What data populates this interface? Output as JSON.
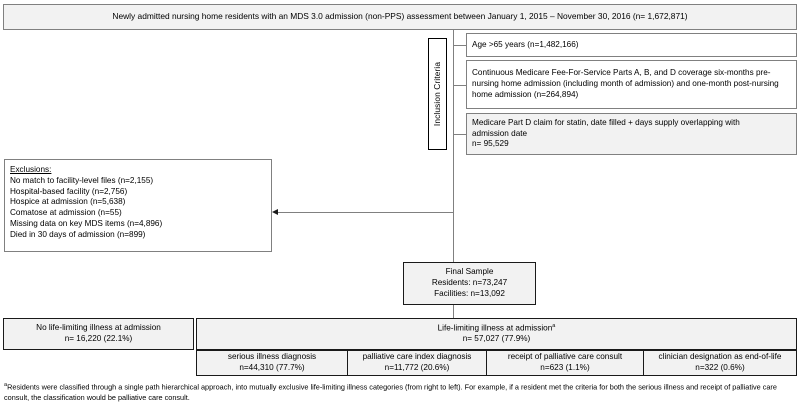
{
  "diagram": {
    "title_box": {
      "text": "Newly admitted nursing home residents with an MDS 3.0 admission (non-PPS) assessment between January 1, 2015 – November 30, 2016 (n= 1,672,871)"
    },
    "inclusion_criteria_label": "Inclusion Criteria",
    "inclusion_steps": [
      {
        "text": "Age >65 years (n=1,482,166)"
      },
      {
        "text": "Continuous Medicare Fee-For-Service Parts A, B, and D coverage six-months pre-nursing home admission (including month of admission) and one-month post-nursing home admission (n=264,894)"
      },
      {
        "line1": "Medicare Part D claim for statin, date filled + days supply overlapping with",
        "line2": "admission date",
        "line3": "n= 95,529"
      }
    ],
    "exclusions": {
      "heading": "Exclusions:",
      "items": [
        "No match to facility-level files (n=2,155)",
        "Hospital-based facility (n=2,756)",
        "Hospice at admission (n=5,638)",
        "Comatose at admission (n=55)",
        "Missing data on key MDS items (n=4,896)",
        "Died in 30 days of admission (n=899)"
      ]
    },
    "final_sample": {
      "line1": "Final Sample",
      "line2": "Residents: n=73,247",
      "line3": "Facilities: n=13,092"
    },
    "outcome_boxes": [
      {
        "line1": "No life-limiting illness at admission",
        "line2": "n= 16,220 (22.1%)"
      },
      {
        "line1": "Life-limiting illness at admission",
        "superscript": "a",
        "line2": "n= 57,027 (77.9%)"
      }
    ],
    "categories": [
      {
        "label": "serious illness diagnosis",
        "value": "n=44,310 (77.7%)"
      },
      {
        "label": "palliative care index diagnosis",
        "value": "n=11,772 (20.6%)"
      },
      {
        "label": "receipt of palliative care consult",
        "value": "n=623 (1.1%)"
      },
      {
        "label": "clinician designation as end-of-life",
        "value": "n=322 (0.6%)"
      }
    ],
    "footnote": {
      "marker": "a",
      "text": "Residents were classified through a single path hierarchical approach, into mutually exclusive life-limiting illness categories (from right to left). For example, if a resident met the criteria for both the serious illness and receipt of palliative care consult, the classification would be palliative care consult."
    }
  },
  "colors": {
    "box_fill": "#f2f2f2",
    "box_border": "#808080",
    "emphasis_border": "#1a1a1a",
    "page_background": "#ffffff"
  }
}
